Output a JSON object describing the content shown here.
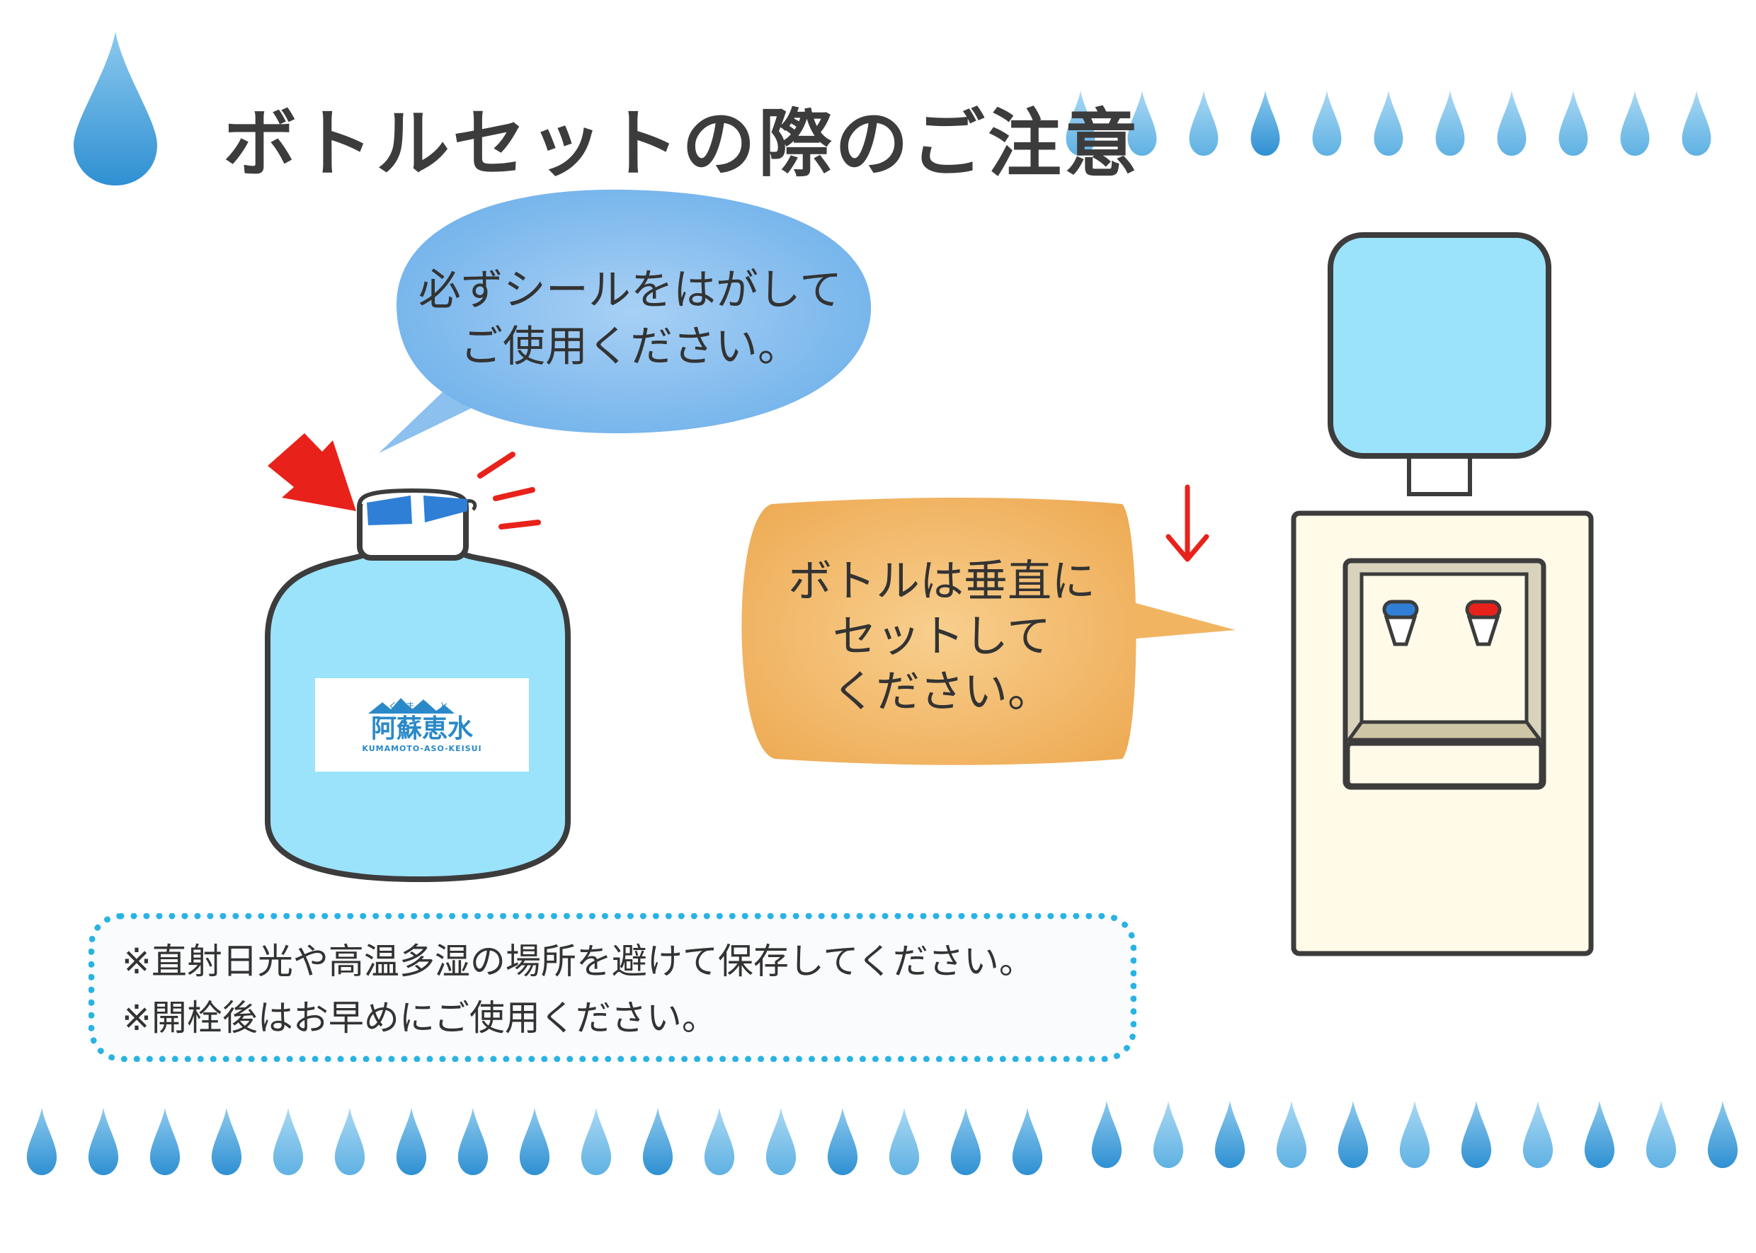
{
  "title": "ボトルセットの際のご注意",
  "bubble_seal": {
    "line1": "必ずシールをはがして",
    "line2": "ご使用ください。"
  },
  "bubble_vertical": {
    "line1": "ボトルは垂直に",
    "line2": "セットして",
    "line3": "ください。"
  },
  "label": {
    "brand": "阿蘇恵水",
    "furigana": "くまもと",
    "romaji": "KUMAMOTO-ASO-KEISUI"
  },
  "notes": [
    "※直射日光や高温多湿の場所を避けて保存してください。",
    "※開栓後はお早めにご使用ください。"
  ],
  "colors": {
    "drop": "#3d9ed8",
    "bottle": "#9be3fa",
    "outline": "#3c3c3c",
    "accent_red": "#e8221b",
    "bubble_blue": "#7fb9ec",
    "bubble_orange": "#f2b766",
    "dotted_border": "#29b3e3"
  }
}
